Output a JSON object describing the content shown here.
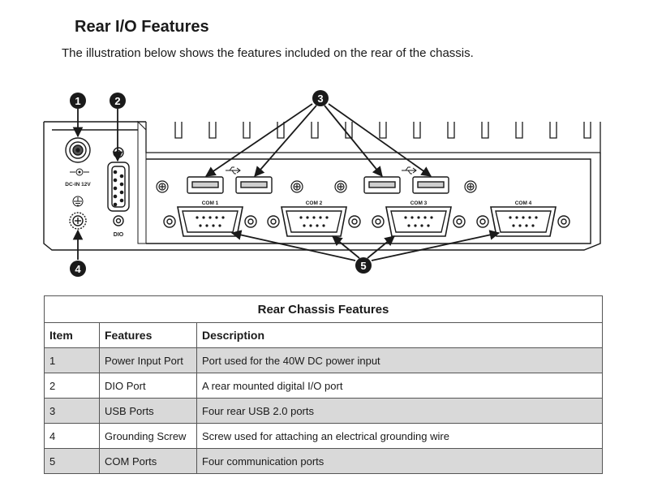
{
  "heading": "Rear I/O Features",
  "intro": "The illustration below shows the features included on the rear of the chassis.",
  "diagram": {
    "callouts": [
      "1",
      "2",
      "3",
      "4",
      "5"
    ],
    "dc_label": "DC-IN 12V",
    "dio_label": "DIO",
    "com_labels": [
      "COM 1",
      "COM 2",
      "COM 3",
      "COM 4"
    ],
    "icons": [
      "usb-icon",
      "ground-icon",
      "screw-icon",
      "dc-polarity-icon"
    ]
  },
  "table": {
    "caption": "Rear Chassis Features",
    "headers": [
      "Item",
      "Features",
      "Description"
    ],
    "rows": [
      {
        "item": "1",
        "feature": "Power Input Port",
        "description": "Port used for the 40W DC power input"
      },
      {
        "item": "2",
        "feature": "DIO Port",
        "description": "A rear mounted digital I/O port"
      },
      {
        "item": "3",
        "feature": "USB Ports",
        "description": "Four rear USB 2.0 ports"
      },
      {
        "item": "4",
        "feature": "Grounding Screw",
        "description": "Screw used for attaching an electrical grounding wire"
      },
      {
        "item": "5",
        "feature": "COM Ports",
        "description": "Four communication ports"
      }
    ]
  }
}
